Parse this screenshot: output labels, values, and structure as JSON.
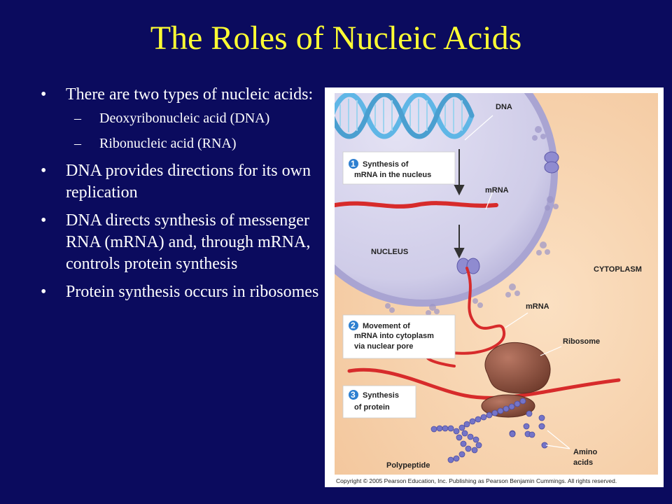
{
  "title": "The Roles of Nucleic Acids",
  "bullets": [
    {
      "text": "There are two types of nucleic acids:",
      "subs": [
        "Deoxyribonucleic acid (DNA)",
        "Ribonucleic acid (RNA)"
      ]
    },
    {
      "text": "DNA provides directions for its own replication"
    },
    {
      "text": "DNA directs synthesis of messenger RNA (mRNA) and, through mRNA, controls protein synthesis"
    },
    {
      "text": "Protein synthesis occurs in ribosomes"
    }
  ],
  "bullet_marker": "•",
  "sub_marker": "–",
  "figure": {
    "labels": {
      "dna": "DNA",
      "mrna_1": "mRNA",
      "nucleus": "NUCLEUS",
      "cytoplasm": "CYTOPLASM",
      "mrna_2": "mRNA",
      "ribosome": "Ribosome",
      "amino_1": "Amino",
      "amino_2": "acids",
      "polypeptide": "Polypeptide"
    },
    "steps": [
      {
        "num": "1",
        "line1": "Synthesis of",
        "line2": "mRNA in the nucleus"
      },
      {
        "num": "2",
        "line1": "Movement of",
        "line2": "mRNA into cytoplasm",
        "line3": "via nuclear pore"
      },
      {
        "num": "3",
        "line1": "Synthesis",
        "line2": "of protein"
      }
    ],
    "copyright": "Copyright © 2005 Pearson Education, Inc. Publishing as Pearson Benjamin Cummings. All rights reserved.",
    "colors": {
      "cytoplasm": "#f7d3b0",
      "nucleus": "#d8d6ee",
      "dna": "#5fb6e6",
      "mrna": "#d72b2b",
      "ribosome": "#8a4d3b",
      "amino": "#7474c8",
      "step_badge": "#2d7fd0"
    }
  }
}
